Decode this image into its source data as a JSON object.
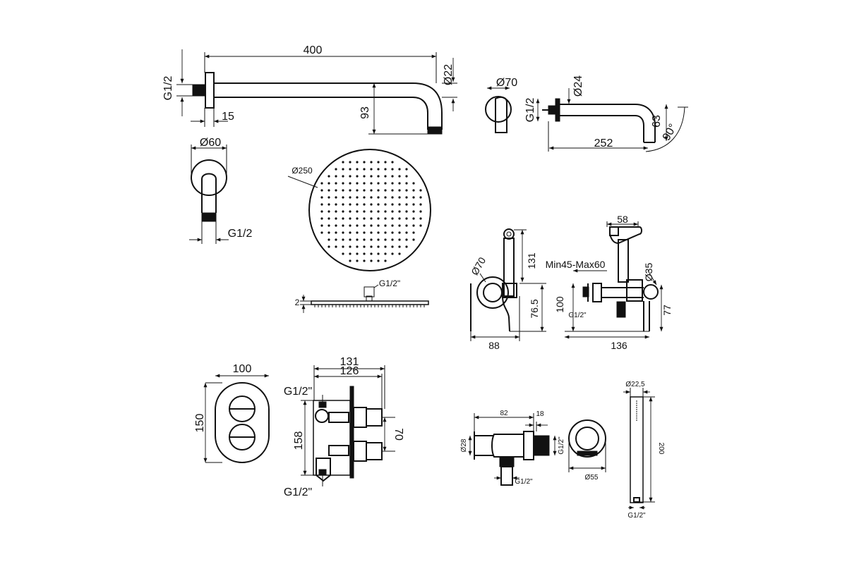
{
  "shower_arm": {
    "length": "400",
    "dia": "Ø22",
    "thread": "G1/2",
    "wall": "15",
    "drop": "93"
  },
  "spout": {
    "dia_flange": "Ø70",
    "dia_pipe": "Ø24",
    "thread": "G1/2",
    "height": "63",
    "angle": "90°",
    "length": "252"
  },
  "ceiling_arm": {
    "dia": "Ø60",
    "thread": "G1/2"
  },
  "head": {
    "dia": "Ø250",
    "thread": "G1/2\"",
    "thickness": "2"
  },
  "bidet_side": {
    "dia": "Ø70",
    "height_top": "131",
    "height_mid": "76.5",
    "width": "88"
  },
  "bidet_front": {
    "width_top": "58",
    "range": "Min45-Max60",
    "dia": "Ø35",
    "height": "100",
    "thread": "G1/2\"",
    "height_right": "77",
    "width": "136"
  },
  "valve_front": {
    "width": "100",
    "height": "150"
  },
  "valve_side": {
    "depth_outer": "131",
    "depth_inner": "126",
    "thread_top": "G1/2\"",
    "thread_bottom": "G1/2\"",
    "height": "158",
    "spacing": "70"
  },
  "outlet": {
    "length": "82",
    "flange": "18",
    "dia": "Ø28",
    "thread_right": "G1/2\"",
    "thread_bottom": "G1/2\"",
    "dia_round": "Ø55"
  },
  "hand_shower": {
    "dia": "Ø22,5",
    "length": "200",
    "thread": "G1/2\""
  }
}
